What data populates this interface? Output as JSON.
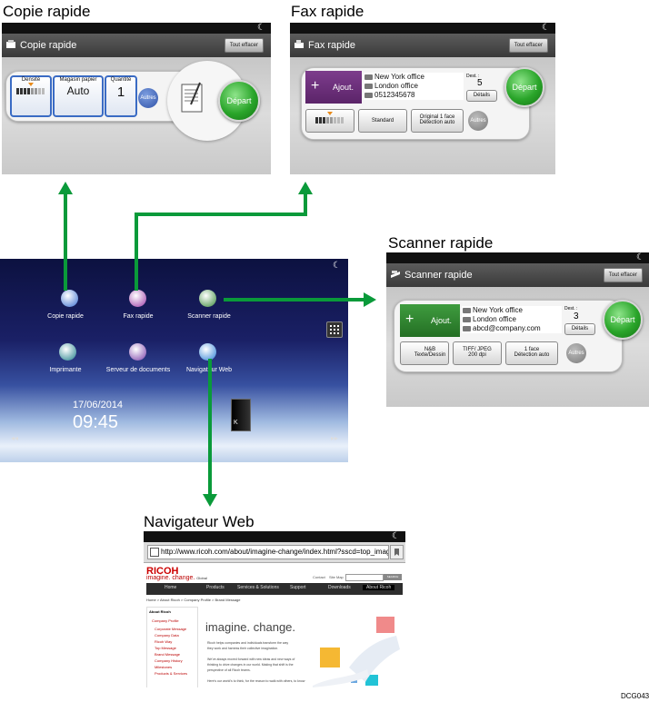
{
  "captions": {
    "copy": "Copie rapide",
    "fax": "Fax rapide",
    "scanner": "Scanner rapide",
    "browser": "Navigateur Web"
  },
  "copy_panel": {
    "title": "Copie rapide",
    "top_button": "Tout effacer",
    "density_label": "Densité",
    "paper_tray_label": "Magasin papier",
    "paper_tray_value": "Auto",
    "quantity_label": "Quantité",
    "quantity_value": "1",
    "other_button": "Autres",
    "start_button": "Départ"
  },
  "fax_panel": {
    "title": "Fax rapide",
    "top_button": "Tout effacer",
    "add_button": "Ajout.",
    "destinations": [
      "New York office",
      "London office",
      "0512345678"
    ],
    "dest_label": "Dest. :",
    "dest_count": "5",
    "details_button": "Détails",
    "standard_button": "Standard",
    "original_button_line1": "Original 1 face",
    "original_button_line2": "Détection auto",
    "other_button": "Autres",
    "start_button": "Départ"
  },
  "scanner_panel": {
    "title": "Scanner rapide",
    "top_button": "Tout effacer",
    "add_button": "Ajout.",
    "destinations": [
      "New York office",
      "London office",
      "abcd@company.com"
    ],
    "dest_label": "Dest. :",
    "dest_count": "3",
    "details_button": "Détails",
    "mode_button_line1": "N&B",
    "mode_button_line2": "Texte/Dessin",
    "format_button_line1": "TIFF/ JPEG",
    "format_button_line2": "200 dpi",
    "original_button_line1": "1 face",
    "original_button_line2": "Détection auto",
    "other_button": "Autres",
    "start_button": "Départ"
  },
  "home": {
    "apps": [
      {
        "label": "Copie rapide",
        "icon": "copy-icon",
        "color": "#3b6fd0"
      },
      {
        "label": "Fax rapide",
        "icon": "fax-icon",
        "color": "#9b3aa6"
      },
      {
        "label": "Scanner rapide",
        "icon": "scanner-icon",
        "color": "#3a8a3a"
      },
      {
        "label": "Imprimante",
        "icon": "printer-icon",
        "color": "#1f7f8a"
      },
      {
        "label": "Serveur de documents",
        "icon": "document-server-icon",
        "color": "#7a3fa8"
      },
      {
        "label": "Navigateur Web",
        "icon": "globe-icon",
        "color": "#2a7fd6"
      }
    ],
    "date": "17/06/2014",
    "time": "09:45",
    "widget_letter": "K"
  },
  "browser": {
    "url": "http://www.ricoh.com/about/imagine-change/index.html?sscd=top_imaginec...",
    "logo": "RICOH",
    "tagline": "imagine. change.",
    "tagline_suffix": "Global",
    "top_links": [
      "Contact",
      "Site Map"
    ],
    "search_button": "SEARCH",
    "nav": [
      "Home",
      "Products",
      "Services & Solutions",
      "Support",
      "Downloads",
      "About Ricoh"
    ],
    "breadcrumb": "Home > About Ricoh > Company Profile > Brand Message",
    "sidebar_title": "About Ricoh",
    "sidebar_items": [
      "Company Profile",
      "Corporate Message",
      "Company Data",
      "Ricoh Way",
      "Top Message",
      "Brand Message",
      "Company History",
      "Milestones",
      "Products & Services"
    ],
    "hero": "imagine. change.",
    "body_text": [
      "Ricoh helps companies and individuals transform the way",
      "they work and harness their collective imagination.",
      "",
      "We've always moved forward with new ideas and new ways of",
      "thinking to drive changes in our world. Making that shift is the",
      "perspective of all Ricoh teams.",
      "",
      "Here's our world's to think, for the reason to walk with others, to know"
    ]
  },
  "figure_id": "DCG043",
  "arrow_color": "#0a9a3a"
}
